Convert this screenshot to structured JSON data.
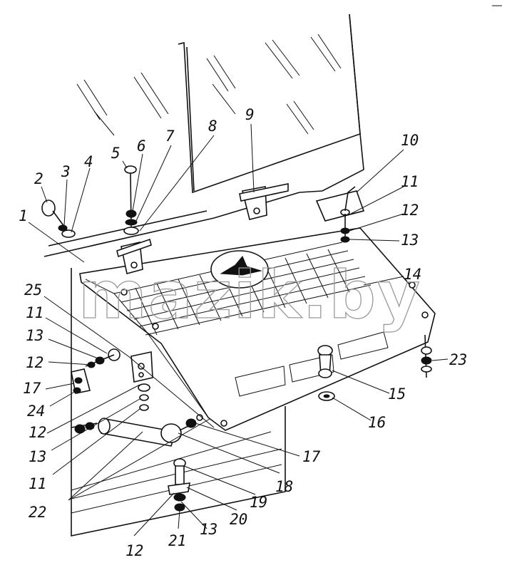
{
  "watermark": "mazik.by",
  "callouts": [
    {
      "id": "c1",
      "label": "1"
    },
    {
      "id": "c2",
      "label": "2"
    },
    {
      "id": "c3",
      "label": "3"
    },
    {
      "id": "c4",
      "label": "4"
    },
    {
      "id": "c5",
      "label": "5"
    },
    {
      "id": "c6",
      "label": "6"
    },
    {
      "id": "c7",
      "label": "7"
    },
    {
      "id": "c8",
      "label": "8"
    },
    {
      "id": "c9",
      "label": "9"
    },
    {
      "id": "c10",
      "label": "10"
    },
    {
      "id": "c11a",
      "label": "11"
    },
    {
      "id": "c12a",
      "label": "12"
    },
    {
      "id": "c13a",
      "label": "13"
    },
    {
      "id": "c14",
      "label": "14"
    },
    {
      "id": "c25",
      "label": "25"
    },
    {
      "id": "c11b",
      "label": "11"
    },
    {
      "id": "c13b",
      "label": "13"
    },
    {
      "id": "c12b",
      "label": "12"
    },
    {
      "id": "c17a",
      "label": "17"
    },
    {
      "id": "c24",
      "label": "24"
    },
    {
      "id": "c12c",
      "label": "12"
    },
    {
      "id": "c13c",
      "label": "13"
    },
    {
      "id": "c11c",
      "label": "11"
    },
    {
      "id": "c22",
      "label": "22"
    },
    {
      "id": "c23",
      "label": "23"
    },
    {
      "id": "c15",
      "label": "15"
    },
    {
      "id": "c16",
      "label": "16"
    },
    {
      "id": "c17b",
      "label": "17"
    },
    {
      "id": "c18",
      "label": "18"
    },
    {
      "id": "c19",
      "label": "19"
    },
    {
      "id": "c20",
      "label": "20"
    },
    {
      "id": "c21",
      "label": "21"
    },
    {
      "id": "c13d",
      "label": "13"
    },
    {
      "id": "c12d",
      "label": "12"
    }
  ]
}
